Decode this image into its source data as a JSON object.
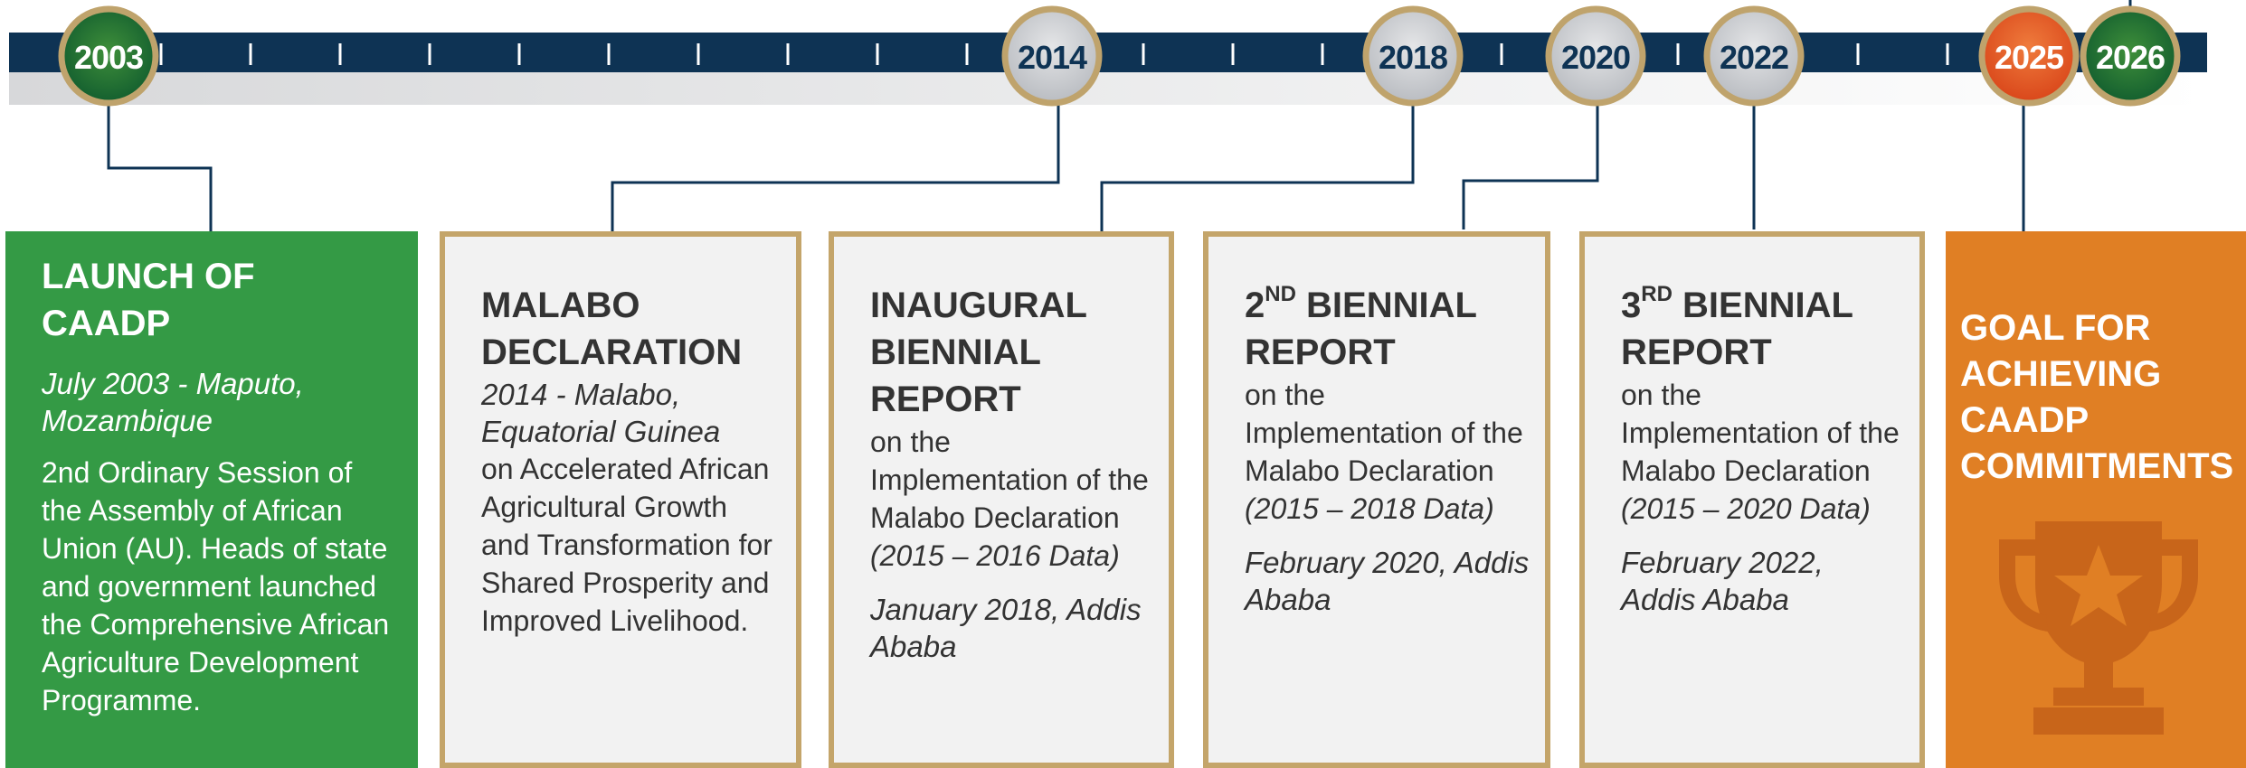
{
  "timeline": {
    "years": [
      {
        "label": "2003",
        "style": "green"
      },
      {
        "label": "2014",
        "style": "silver"
      },
      {
        "label": "2018",
        "style": "silver"
      },
      {
        "label": "2020",
        "style": "silver"
      },
      {
        "label": "2022",
        "style": "silver"
      },
      {
        "label": "2025",
        "style": "orange"
      },
      {
        "label": "2026",
        "style": "green"
      }
    ]
  },
  "cards": {
    "launch": {
      "title": "LAUNCH OF CAADP",
      "subtitle": "July 2003 - Maputo, Mozambique",
      "text": "2nd Ordinary Session of the Assembly of African Union (AU). Heads of state and government launched the Comprehensive African Agriculture Development Programme."
    },
    "malabo": {
      "title": "MALABO DECLARATION",
      "subtitle": "2014 - Malabo, Equatorial Guinea",
      "text": "on Accelerated African Agricultural Growth and Transformation for Shared Prosperity and Improved Livelihood."
    },
    "inaugural": {
      "title": "INAUGURAL BIENNIAL REPORT",
      "text": "on the Implementation of the Malabo Declaration",
      "data_range": "(2015 – 2016 Data)",
      "date": "January 2018, Addis Ababa"
    },
    "second": {
      "title_num": "2",
      "title_sup": "ND",
      "title_rest": " BIENNIAL REPORT",
      "text": "on the Implementation of the Malabo Declaration",
      "data_range": "(2015 – 2018 Data)",
      "date": "February 2020, Addis Ababa"
    },
    "third": {
      "title_num": "3",
      "title_sup": "RD",
      "title_rest": " BIENNIAL REPORT",
      "text": "on the Implementation of the Malabo Declaration",
      "data_range": "(2015 – 2020 Data)",
      "date": "February 2022, Addis Ababa"
    },
    "goal": {
      "title": "GOAL FOR ACHIEVING CAADP COMMITMENTS",
      "icon": "trophy-icon"
    }
  },
  "colors": {
    "bar": "#0e3354",
    "green": "#349a45",
    "orange": "#e07f24",
    "gold": "#c4a56a",
    "card_bg": "#f2f2f2"
  }
}
